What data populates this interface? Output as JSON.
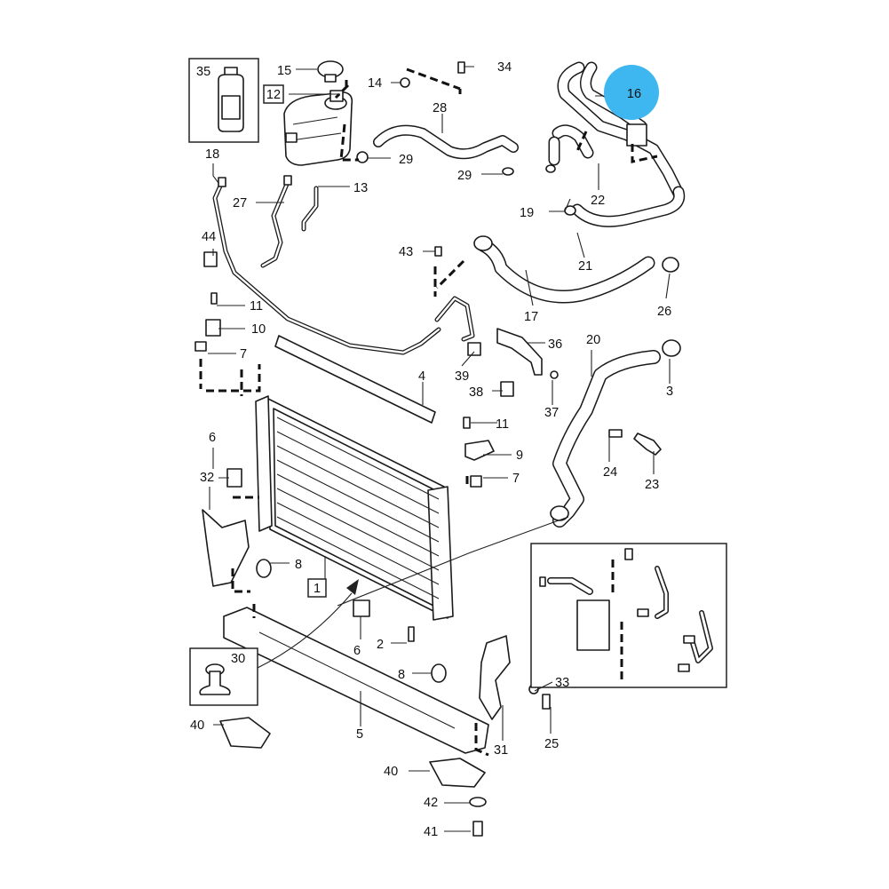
{
  "highlight": {
    "color": "#3eb6ef",
    "label": "16"
  },
  "labels": {
    "l1": "1",
    "l2": "2",
    "l3": "3",
    "l4": "4",
    "l5": "5",
    "l6a": "6",
    "l6b": "6",
    "l7a": "7",
    "l7b": "7",
    "l8a": "8",
    "l8b": "8",
    "l9": "9",
    "l10": "10",
    "l11a": "11",
    "l11b": "11",
    "l12": "12",
    "l13": "13",
    "l14": "14",
    "l15": "15",
    "l17": "17",
    "l18": "18",
    "l19": "19",
    "l20": "20",
    "l21": "21",
    "l22": "22",
    "l23": "23",
    "l24": "24",
    "l25": "25",
    "l26": "26",
    "l27": "27",
    "l28": "28",
    "l29a": "29",
    "l29b": "29",
    "l30": "30",
    "l31": "31",
    "l32": "32",
    "l33": "33",
    "l34": "34",
    "l35": "35",
    "l36": "36",
    "l37": "37",
    "l38": "38",
    "l39": "39",
    "l40a": "40",
    "l40b": "40",
    "l41": "41",
    "l42": "42",
    "l43": "43",
    "l44": "44"
  }
}
